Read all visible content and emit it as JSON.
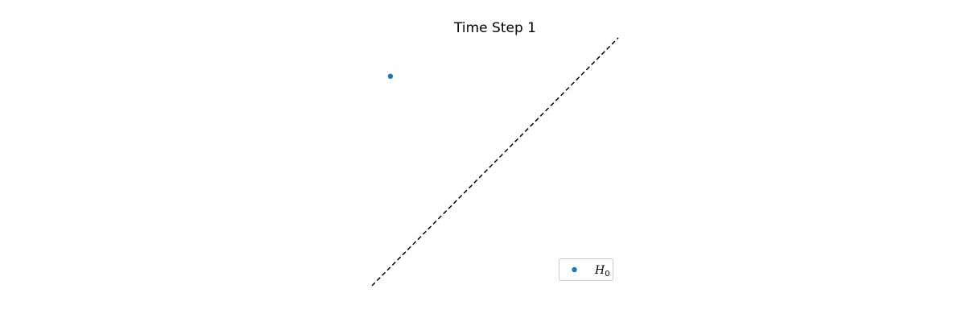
{
  "chart_data": {
    "type": "scatter",
    "title": "Time Step 1",
    "xlabel": "",
    "ylabel": "",
    "xlim": [
      0,
      1
    ],
    "ylim": [
      0,
      1
    ],
    "grid": false,
    "axes_visible": false,
    "diagonal": {
      "style": "dashed",
      "color": "#000000"
    },
    "series": [
      {
        "name": "H",
        "name_subscript": "0",
        "color": "#1f77b4",
        "points": [
          {
            "x": 0.075,
            "y": 0.845
          }
        ]
      }
    ],
    "legend": {
      "position": "lower-right"
    }
  }
}
